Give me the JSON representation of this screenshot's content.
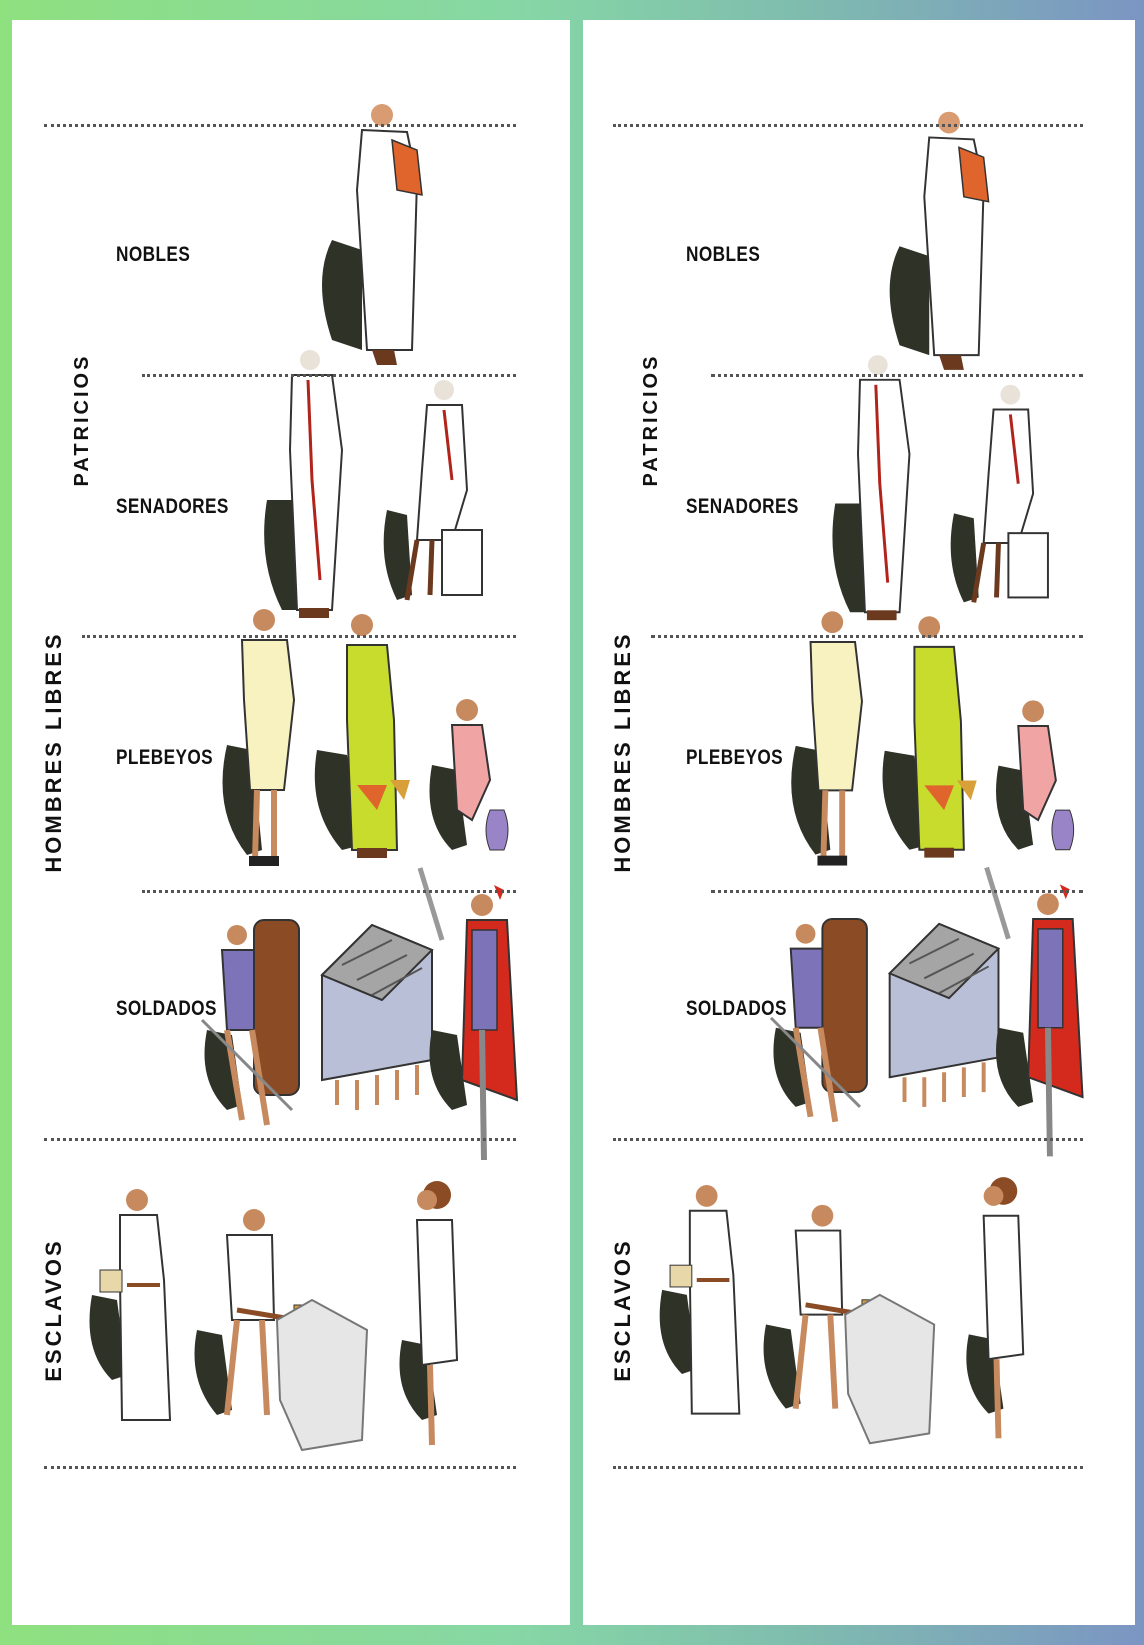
{
  "groups": {
    "hombres_libres": "HOMBRES LIBRES",
    "patricios": "PATRICIOS",
    "esclavos": "ESCLAVOS"
  },
  "rows": {
    "nobles": "NOBLES",
    "senadores": "SENADORES",
    "plebeyos": "PLEBEYOS",
    "soldados": "SOLDADOS"
  },
  "colors": {
    "frame_left": "#8fe07f",
    "frame_right": "#7b95c3",
    "tunic_orange": "#e0652c",
    "tunic_yellow": "#f7f2c0",
    "dress_green": "#c8dc2e",
    "shield_brown": "#8a4b25",
    "cape_red": "#d42a1e",
    "shadow": "#2f3226"
  },
  "illustrations": {
    "nobles": [
      "roman-noble-in-toga"
    ],
    "senadores": [
      "standing-senator",
      "seated-senator"
    ],
    "plebeyos": [
      "plebeian-man",
      "plebeian-woman-with-scale",
      "plebeian-potter"
    ],
    "soldados": [
      "legionary-with-shield",
      "testudo-formation",
      "centurion-with-sword"
    ],
    "esclavos": [
      "slave-woman-carrying",
      "slave-with-hammer",
      "slave-carrying-load"
    ]
  }
}
